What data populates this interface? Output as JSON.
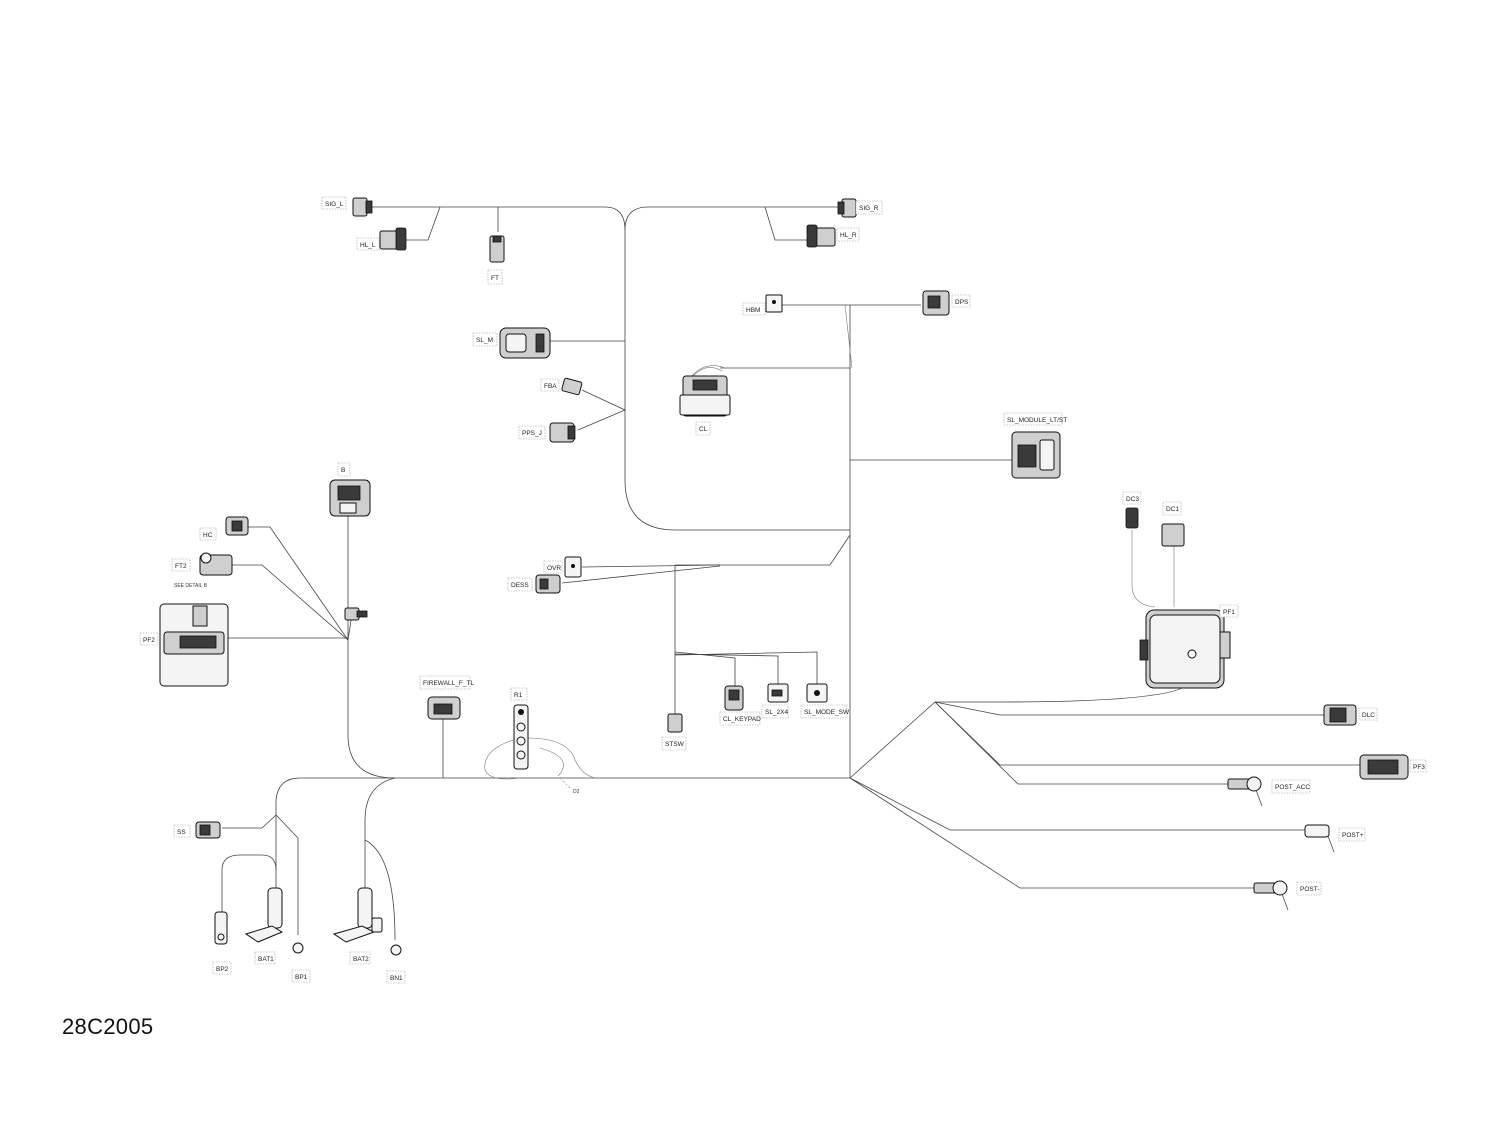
{
  "diagram_code": "28C2005",
  "detail_note": "SEE DETAIL B",
  "connectors": {
    "sig_l": "SIG_L",
    "hl_l": "HL_L",
    "ft": "FT",
    "sig_r": "SIG_R",
    "hl_r": "HL_R",
    "hbm": "HBM",
    "dps": "DPS",
    "sl_m": "SL_M",
    "fba": "FBA",
    "pps_j": "PPS_J",
    "cl": "CL",
    "sl_module": "SL_MODULE_LT/ST",
    "b": "B",
    "hc": "HC",
    "ft2": "FT2",
    "pf2": "PF2",
    "dc3": "DC3",
    "dc1": "DC1",
    "pf1": "PF1",
    "ovr": "OVR",
    "dess": "DESS",
    "stsw": "STSW",
    "cl_keypad": "CL_KEYPAD",
    "sl_2x4": "SL_2X4",
    "sl_mode_sw": "SL_MODE_SW",
    "firewall": "FIREWALL_F_TL",
    "r1": "R1",
    "d2": "D2",
    "dlc": "DLC",
    "pf3": "PF3",
    "post_acc": "POST_ACC",
    "post_plus": "POST+",
    "post_minus": "POST-",
    "ss": "SS",
    "bp2": "BP2",
    "bat1": "BAT1",
    "bp1": "BP1",
    "bat2": "BAT2",
    "bn1": "BN1"
  }
}
